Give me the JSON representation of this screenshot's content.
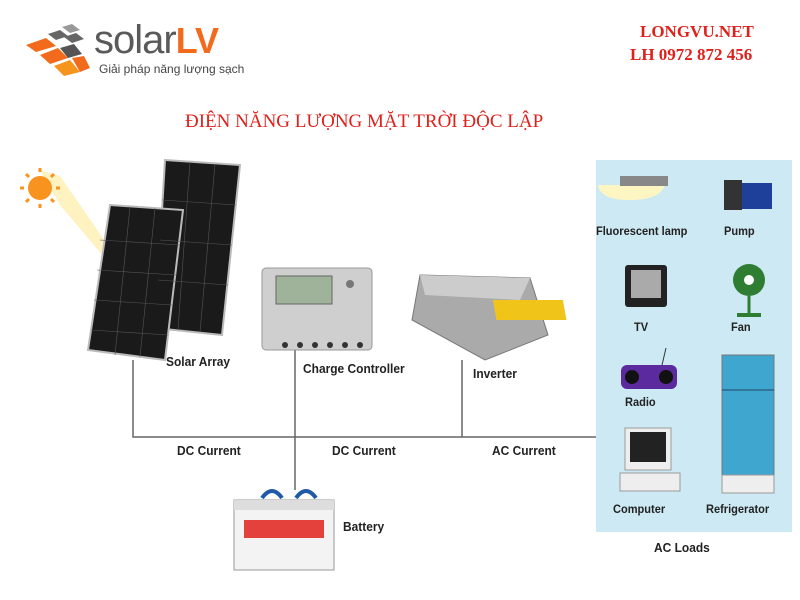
{
  "logo": {
    "brand_main": "solar",
    "brand_accent": "LV",
    "tagline": "Giải pháp năng lượng sạch"
  },
  "contact": {
    "site": "LONGVU.NET",
    "phone": "LH 0972 872 456"
  },
  "title": "ĐIỆN NĂNG LƯỢNG MẶT TRỜI ĐỘC LẬP",
  "components": {
    "solar_array": "Solar Array",
    "charge_controller": "Charge Controller",
    "inverter": "Inverter",
    "battery": "Battery"
  },
  "currents": {
    "dc1": "DC Current",
    "dc2": "DC Current",
    "ac": "AC Current"
  },
  "loads": {
    "title": "AC Loads",
    "items": [
      "Fluorescent lamp",
      "Pump",
      "TV",
      "Fan",
      "Radio",
      "Refrigerator",
      "Computer"
    ]
  },
  "colors": {
    "accent": "#e0201b",
    "logo_orange": "#f26a1b",
    "logo_gray": "#5a5a5a",
    "loads_bg": "#cdeaf4"
  }
}
